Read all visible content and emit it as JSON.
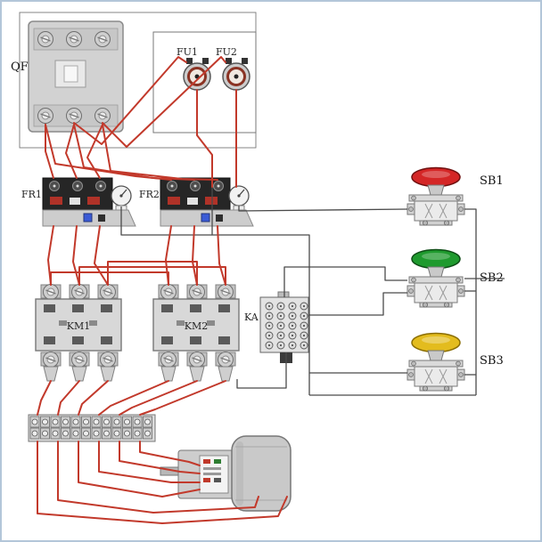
{
  "components": {
    "qf": {
      "type": "circuit-breaker",
      "label": "QF"
    },
    "fu1": {
      "type": "fuse",
      "label": "FU1"
    },
    "fu2": {
      "type": "fuse",
      "label": "FU2"
    },
    "fr1": {
      "type": "thermal-overload-relay",
      "label": "FR1"
    },
    "fr2": {
      "type": "thermal-overload-relay",
      "label": "FR2"
    },
    "km1": {
      "type": "contactor",
      "label": "KM1"
    },
    "km2": {
      "type": "contactor",
      "label": "KM2"
    },
    "ka": {
      "type": "relay-socket",
      "label": "KA"
    },
    "sb1": {
      "type": "push-button",
      "label": "SB1",
      "cap_color": "#d42626"
    },
    "sb2": {
      "type": "push-button",
      "label": "SB2",
      "cap_color": "#1f9a2e"
    },
    "sb3": {
      "type": "push-button",
      "label": "SB3",
      "cap_color": "#e3bc1e"
    },
    "terminal_strip": {
      "type": "terminal-strip"
    },
    "motor": {
      "type": "motor"
    }
  },
  "colors": {
    "wire_power": "#c2392b",
    "wire_control": "#4a4a4a",
    "sb1_cap": "#d42626",
    "sb2_cap": "#1f9a2e",
    "sb3_cap": "#e3bc1e",
    "component_fill": "#d6d6d6",
    "component_stroke": "#7a7a7a",
    "page_border": "#b3c6d9"
  }
}
